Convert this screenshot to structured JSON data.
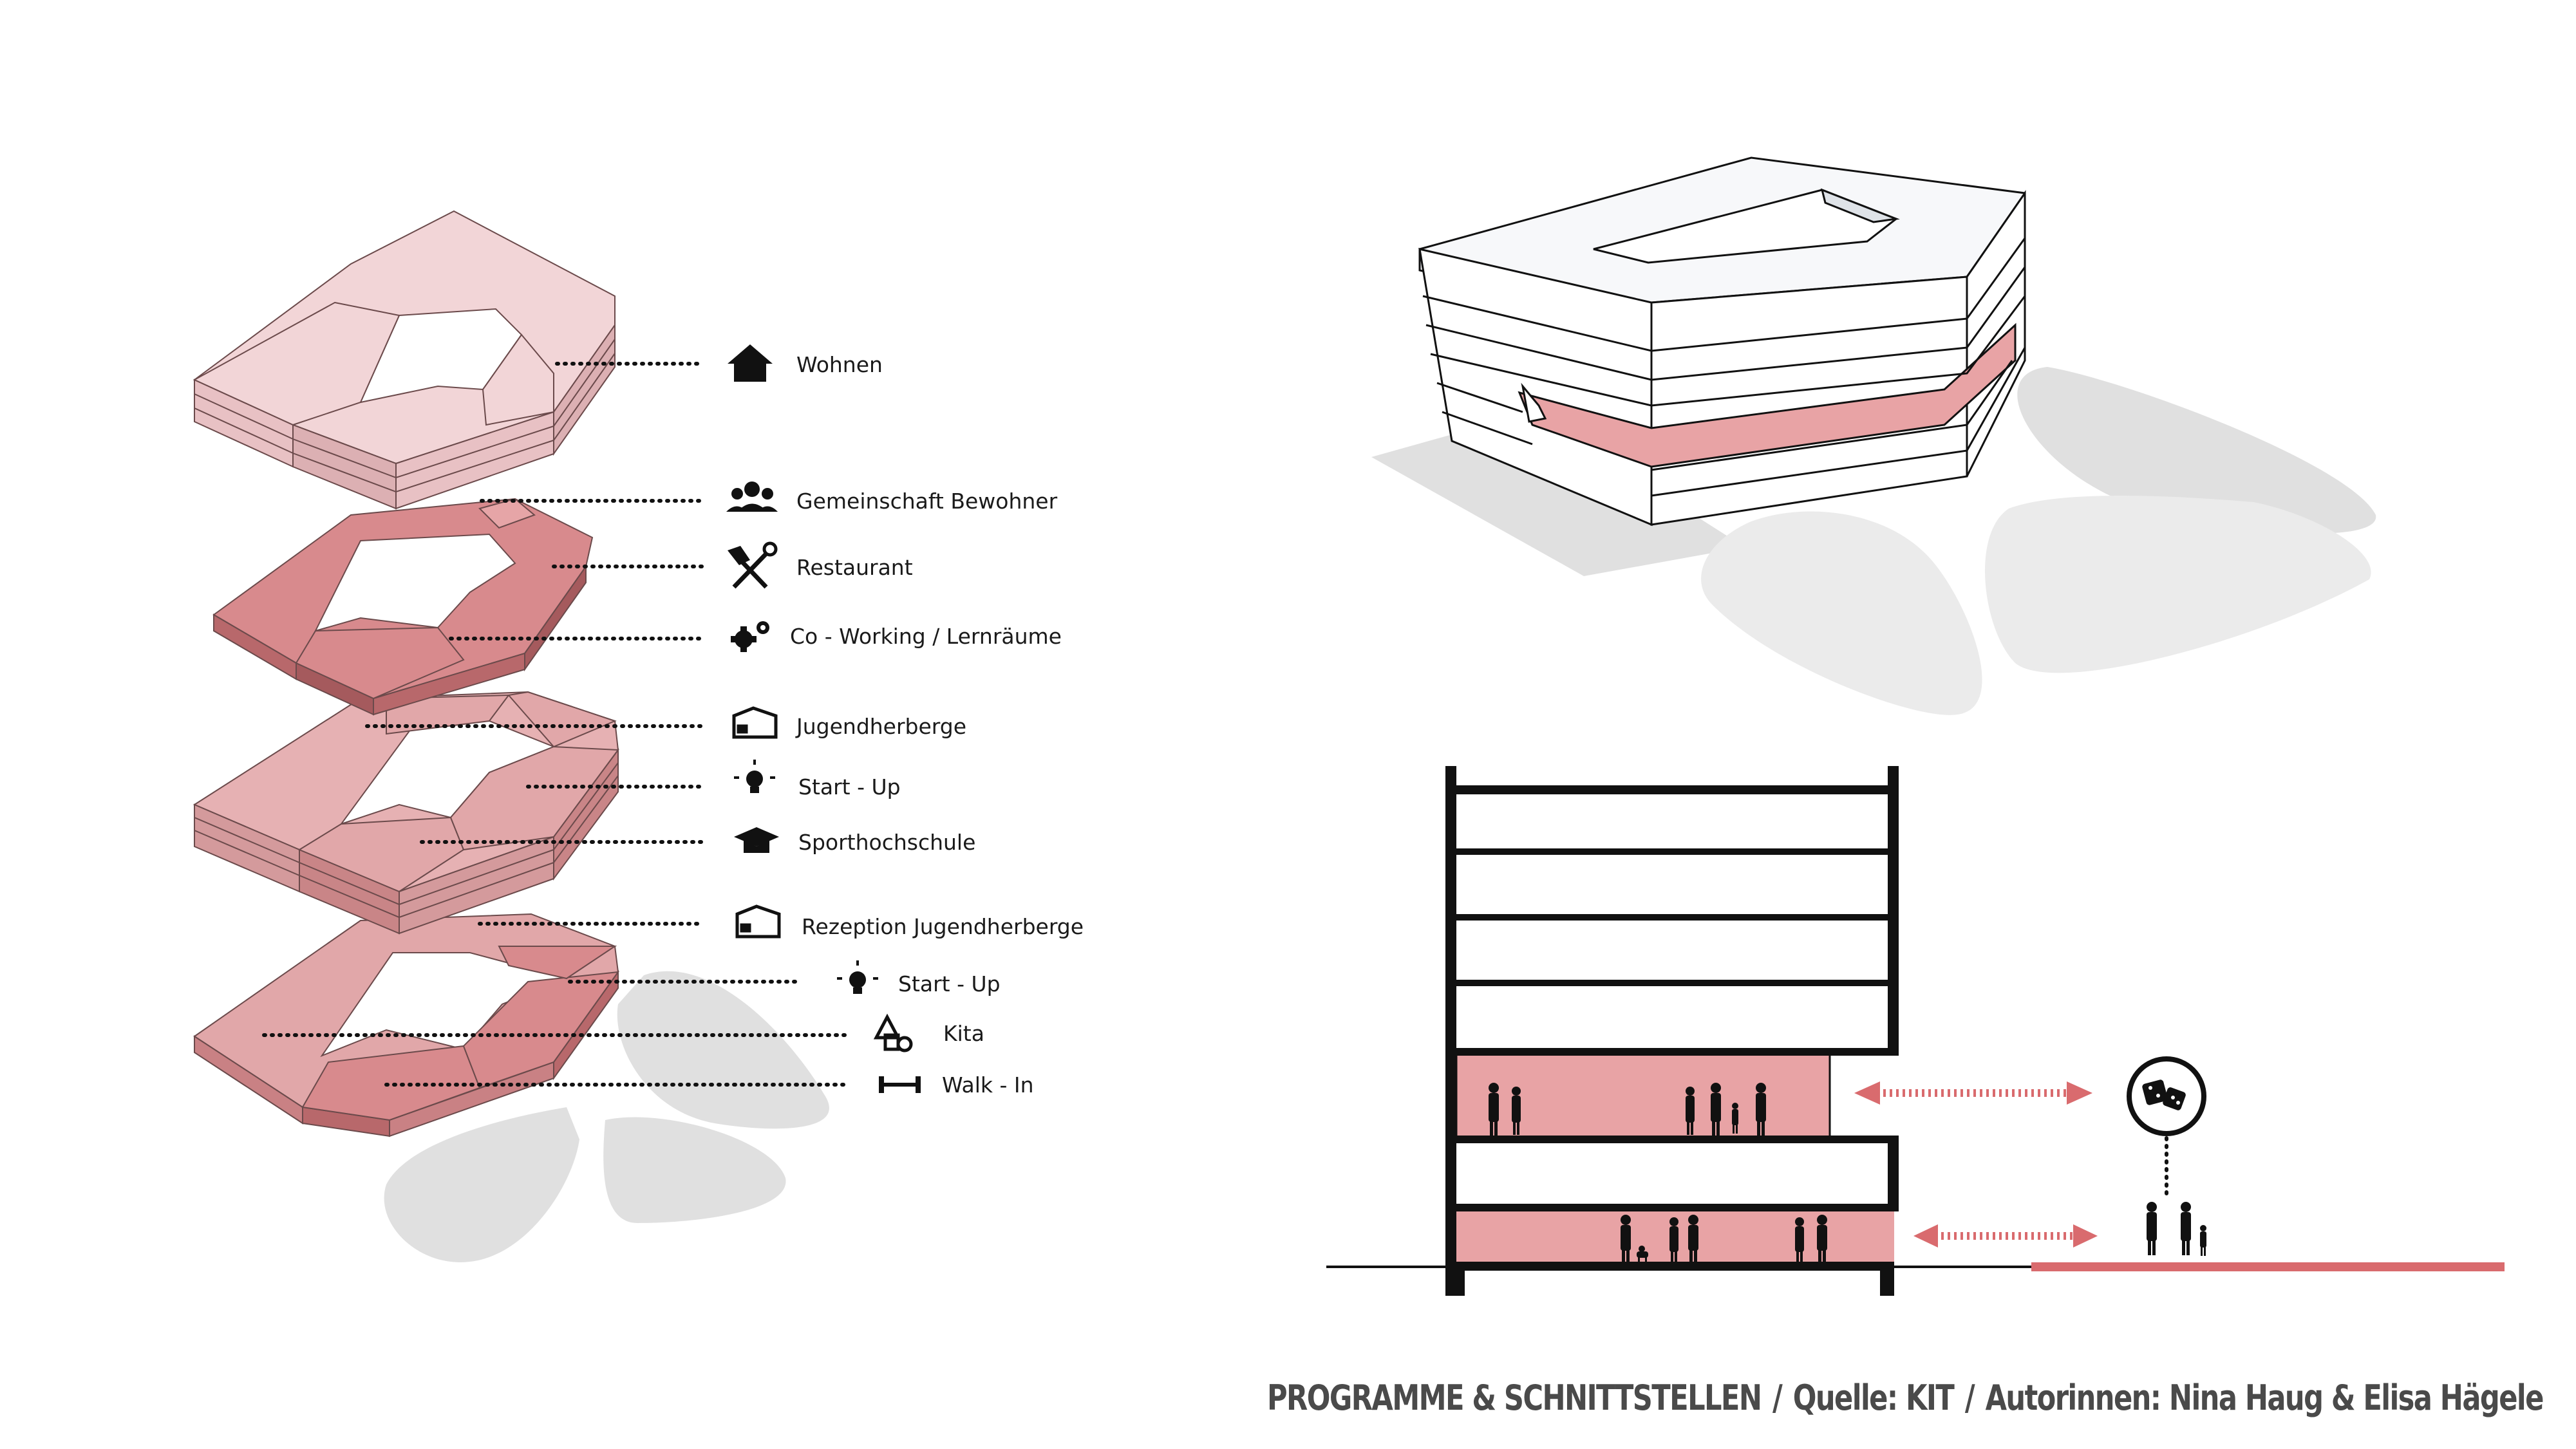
{
  "legend": {
    "wohnen": "Wohnen",
    "gemeinschaft": "Gemeinschaft Bewohner",
    "restaurant": "Restaurant",
    "coworking": "Co - Working / Lernräume",
    "jugendherberge": "Jugendherberge",
    "startup1": "Start - Up",
    "sporthochschule": "Sporthochschule",
    "rezeption": "Rezeption Jugendherberge",
    "startup2": "Start - Up",
    "kita": "Kita",
    "walkin": "Walk - In"
  },
  "caption": {
    "part1": "PROGRAMME & SCHNITTSTELLEN",
    "part2": "Quelle: KIT",
    "part3": "Autorinnen: Nina Haug & Elisa Hägele",
    "separator": "/"
  },
  "colors": {
    "wohnen_fill": "#f2d5d7",
    "level1_fill": "#d88a8d",
    "level2_fill": "#e6b1b3",
    "level3_fill": "#e1a7a9",
    "accent": "#d96b6e",
    "shadow": "#e0e0e0",
    "ink": "#111111"
  },
  "icons": [
    "house-icon",
    "group-icon",
    "restaurant-icon",
    "gears-icon",
    "bed-icon",
    "lightbulb-icon",
    "graduation-cap-icon",
    "bed-icon",
    "lightbulb-icon",
    "shapes-icon",
    "dumbbell-icon",
    "dice-icon"
  ]
}
